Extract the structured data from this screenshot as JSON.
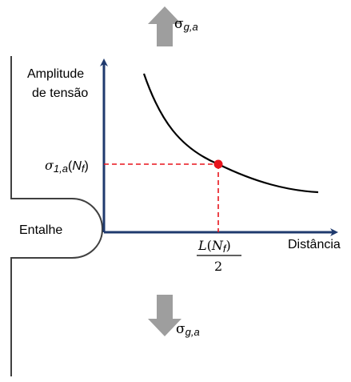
{
  "figure": {
    "stress_arrow_top": {
      "symbol": "σ",
      "subscript": "g,a"
    },
    "stress_arrow_bottom": {
      "symbol": "σ",
      "subscript": "g,a"
    },
    "y_axis_label_line1": "Amplitude",
    "y_axis_label_line2": "de tensão",
    "x_axis_label": "Distância",
    "notch_label": "Entalhe",
    "point_label": {
      "symbol": "σ",
      "subscript": "1,a",
      "arg_open": "(",
      "arg_var": "N",
      "arg_sub": "f",
      "arg_close": ")"
    },
    "distance_label": {
      "numerator_var": "L",
      "numerator_open": "(",
      "numerator_arg": "N",
      "numerator_sub": "f",
      "numerator_close": ")",
      "denominator": "2"
    },
    "colors": {
      "axis": "#1f3a6e",
      "curve": "#000000",
      "point": "#e8141c",
      "guide_lines": "#e8141c",
      "arrow": "#9e9e9e",
      "specimen": "#404040"
    }
  }
}
